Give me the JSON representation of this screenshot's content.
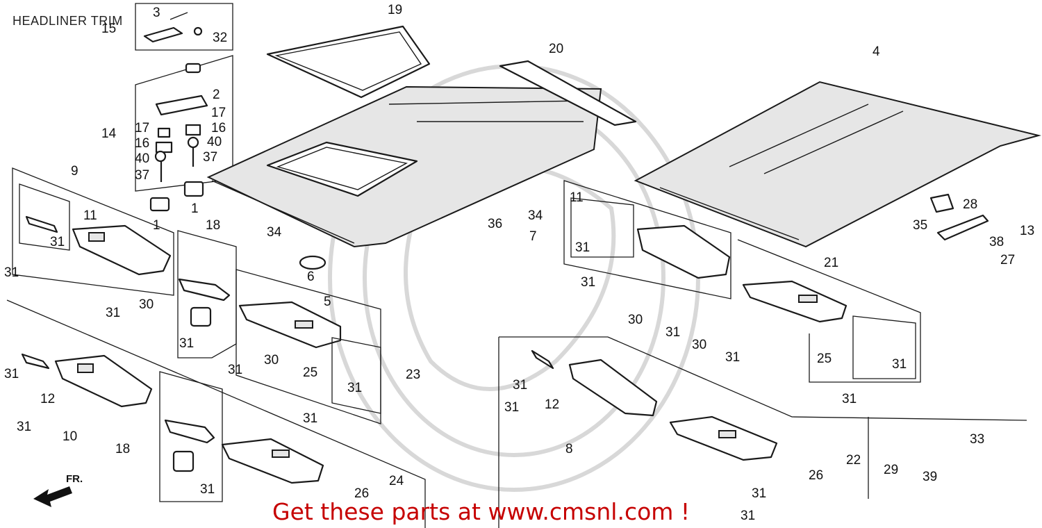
{
  "title": "HEADLINER TRIM",
  "direction_label": "FR.",
  "banner": "Get these parts at www.cmsnl.com !",
  "callouts": {
    "c1": "1",
    "c2": "2",
    "c3": "3",
    "c4": "4",
    "c5": "5",
    "c6": "6",
    "c7": "7",
    "c8": "8",
    "c9": "9",
    "c10": "10",
    "c11": "11",
    "c12": "12",
    "c13": "13",
    "c14": "14",
    "c15": "15",
    "c16": "16",
    "c17": "17",
    "c18": "18",
    "c19": "19",
    "c20": "20",
    "c21": "21",
    "c22": "22",
    "c23": "23",
    "c24": "24",
    "c25": "25",
    "c26": "26",
    "c27": "27",
    "c28": "28",
    "c29": "29",
    "c30": "30",
    "c31": "31",
    "c32": "32",
    "c33": "33",
    "c34": "34",
    "c35": "35",
    "c36": "36",
    "c37": "37",
    "c38": "38",
    "c39": "39",
    "c40": "40"
  },
  "colors": {
    "ink": "#1a1a1a",
    "banner": "#c60000",
    "watermark": "#d8d8d8"
  }
}
